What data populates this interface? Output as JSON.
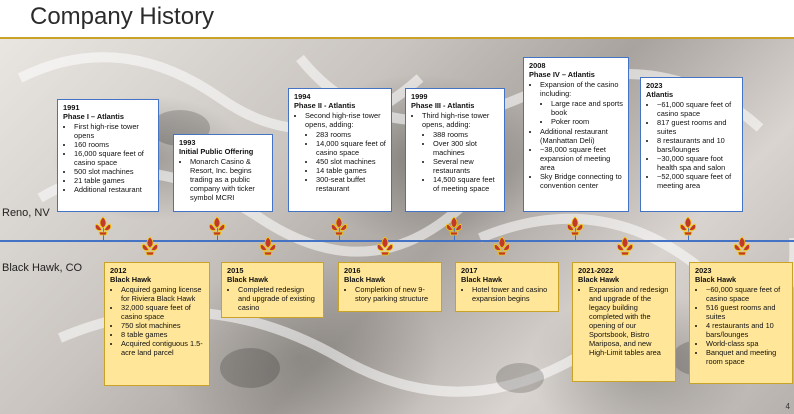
{
  "title": "Company History",
  "labels": {
    "reno": "Reno, NV",
    "blackhawk": "Black Hawk, CO"
  },
  "page_number": "4",
  "accent_colors": {
    "timeline": "#4472c4",
    "gold_box": "#ffe699",
    "rule": "#c9a227"
  },
  "reno_events": [
    {
      "year": "1991",
      "heading": "Phase I – Atlantis",
      "items": [
        "First high-rise tower opens",
        "160 rooms",
        "16,000 square feet of casino space",
        "500 slot machines",
        "21 table games",
        "Additional restaurant"
      ]
    },
    {
      "year": "1993",
      "heading": "Initial Public Offering",
      "items": [
        "Monarch Casino & Resort, Inc. begins trading as a public company with ticker symbol MCRI"
      ]
    },
    {
      "year": "1994",
      "heading": "Phase II - Atlantis",
      "items": [
        "Second high-rise tower opens, adding:"
      ],
      "subitems": [
        "283 rooms",
        "14,000 square feet of casino space",
        "450 slot machines",
        "14 table games",
        "300-seat buffet restaurant"
      ]
    },
    {
      "year": "1999",
      "heading": "Phase III - Atlantis",
      "items": [
        "Third high-rise tower opens, adding:"
      ],
      "subitems": [
        "388 rooms",
        "Over 300 slot machines",
        "Several new restaurants",
        "14,500 square feet of meeting space"
      ]
    },
    {
      "year": "2008",
      "heading": "Phase IV – Atlantis",
      "items": [
        "Expansion of the casino including:"
      ],
      "subitems": [
        "Large race and sports book",
        "Poker room"
      ],
      "items_after": [
        "Additional restaurant (Manhattan Deli)",
        "~38,000 square feet expansion of meeting area",
        "Sky Bridge connecting to convention center"
      ]
    },
    {
      "year": "2023",
      "heading": "Atlantis",
      "items": [
        "~61,000 square feet of casino space",
        "817 guest rooms and suites",
        "8 restaurants and 10 bars/lounges",
        "~30,000 square foot health spa and salon",
        "~52,000 square feet of meeting area"
      ]
    }
  ],
  "blackhawk_events": [
    {
      "year": "2012",
      "heading": "Black Hawk",
      "items": [
        "Acquired gaming license for Riviera Black Hawk",
        "32,000 square feet of casino space",
        "750 slot machines",
        "8 table games",
        "Acquired contiguous 1.5-acre land parcel"
      ]
    },
    {
      "year": "2015",
      "heading": "Black Hawk",
      "items": [
        "Completed redesign and upgrade of existing casino"
      ]
    },
    {
      "year": "2016",
      "heading": "Black Hawk",
      "items": [
        "Completion of new 9-story parking structure"
      ]
    },
    {
      "year": "2017",
      "heading": "Black Hawk",
      "items": [
        "Hotel tower and casino expansion begins"
      ]
    },
    {
      "year": "2021-2022",
      "heading": "Black Hawk",
      "items": [
        "Expansion and redesign and upgrade of the legacy building completed with the opening of our Sportsbook, Bistro Mariposa, and new High-Limit tables area"
      ]
    },
    {
      "year": "2023",
      "heading": "Black Hawk",
      "items": [
        "~60,000 square feet of casino space",
        "516 guest rooms and suites",
        "4 restaurants and 10 bars/lounges",
        "World-class spa",
        "Banquet and meeting room space"
      ]
    }
  ]
}
